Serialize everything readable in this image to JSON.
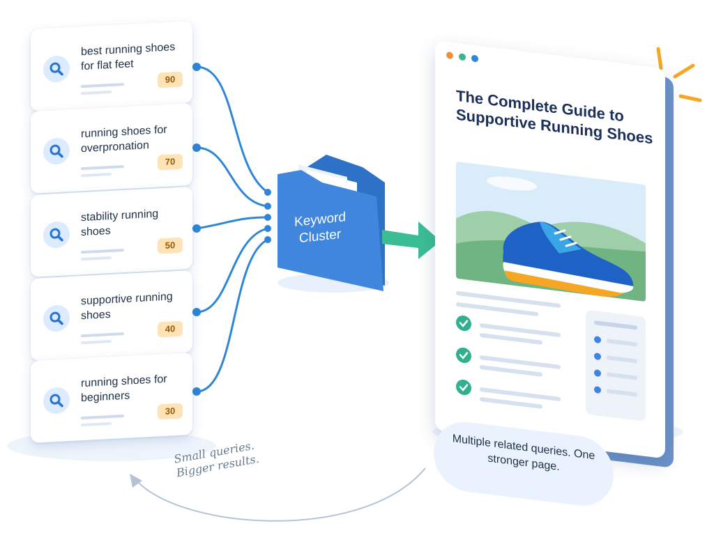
{
  "queries": [
    {
      "text": "best running shoes for flat feet",
      "score": "90"
    },
    {
      "text": "running shoes for overpronation",
      "score": "70"
    },
    {
      "text": "stability running shoes",
      "score": "50"
    },
    {
      "text": "supportive running shoes",
      "score": "40"
    },
    {
      "text": "running shoes for beginners",
      "score": "30"
    }
  ],
  "cluster": {
    "label": "Keyword Cluster"
  },
  "page": {
    "title": "The Complete Guide to Supportive Running Shoes"
  },
  "caption": "Multiple related queries. One stronger page.",
  "note": "Small queries. Bigger results.",
  "colors": {
    "connector": "#2f86d6",
    "folder": "#3f86dc",
    "arrow": "#3bbd94",
    "score_bg": "#fde3b6",
    "check": "#31b08f",
    "accent_burst": "#f5a623"
  },
  "icons": {
    "query": "search-icon",
    "check": "check-circle-icon",
    "burst": "sparkle-burst-icon",
    "return": "curved-arrow-icon"
  }
}
